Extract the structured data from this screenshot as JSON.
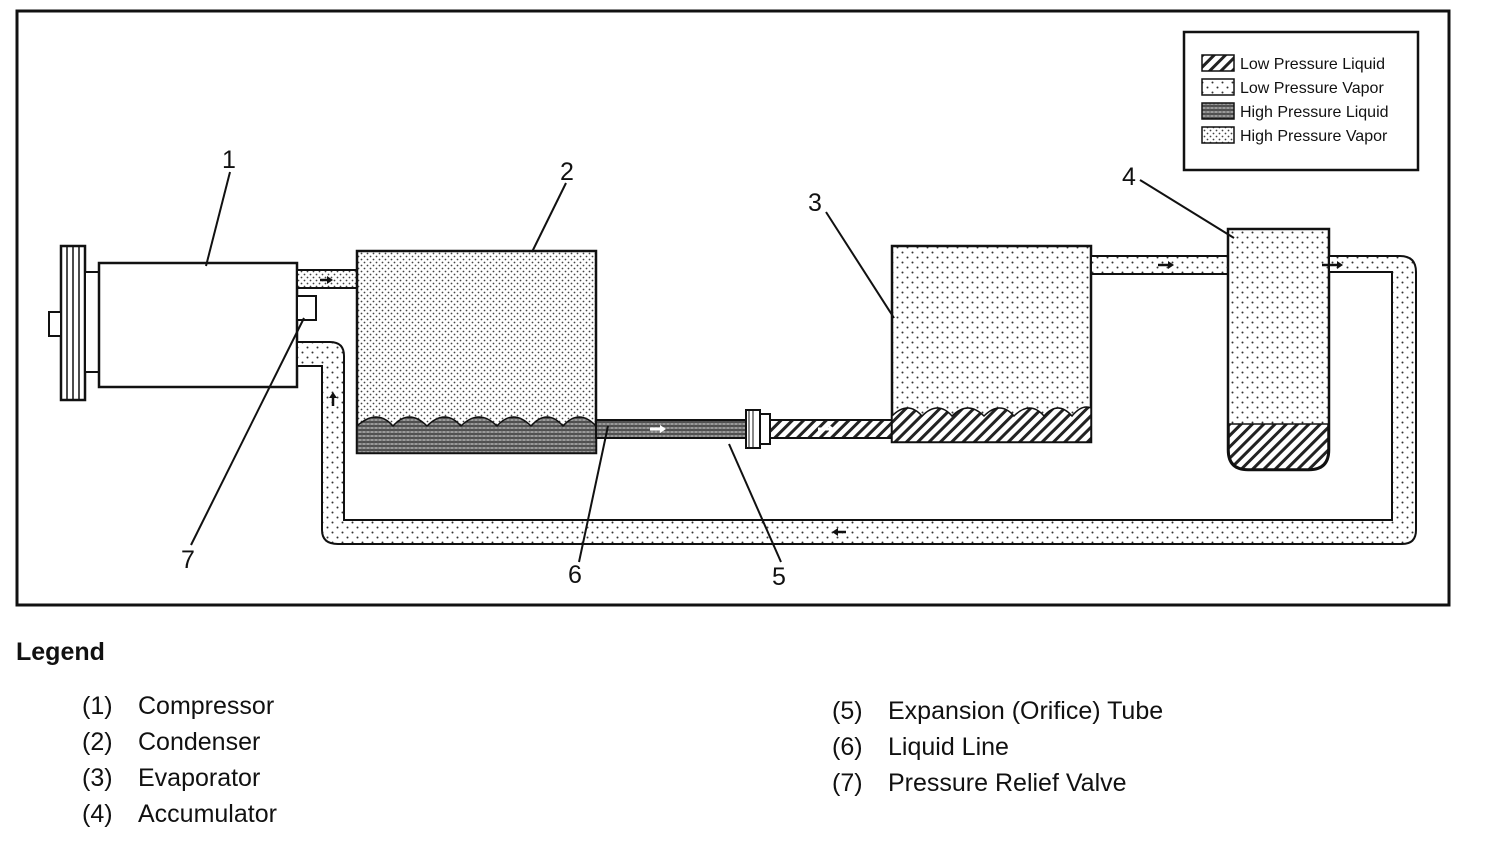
{
  "diagram": {
    "pressure_key": [
      {
        "pattern": "low-liquid",
        "label": "Low Pressure Liquid"
      },
      {
        "pattern": "low-vapor",
        "label": "Low Pressure Vapor"
      },
      {
        "pattern": "high-liquid",
        "label": "High Pressure Liquid"
      },
      {
        "pattern": "high-vapor",
        "label": "High Pressure Vapor"
      }
    ],
    "callouts": [
      "1",
      "2",
      "3",
      "4",
      "5",
      "6",
      "7"
    ]
  },
  "legend": {
    "title": "Legend",
    "items": [
      {
        "num": "(1)",
        "label": "Compressor"
      },
      {
        "num": "(2)",
        "label": "Condenser"
      },
      {
        "num": "(3)",
        "label": "Evaporator"
      },
      {
        "num": "(4)",
        "label": "Accumulator"
      },
      {
        "num": "(5)",
        "label": "Expansion (Orifice) Tube"
      },
      {
        "num": "(6)",
        "label": "Liquid Line"
      },
      {
        "num": "(7)",
        "label": "Pressure Relief Valve"
      }
    ]
  },
  "colors": {
    "line": "#111111",
    "background": "#ffffff"
  }
}
